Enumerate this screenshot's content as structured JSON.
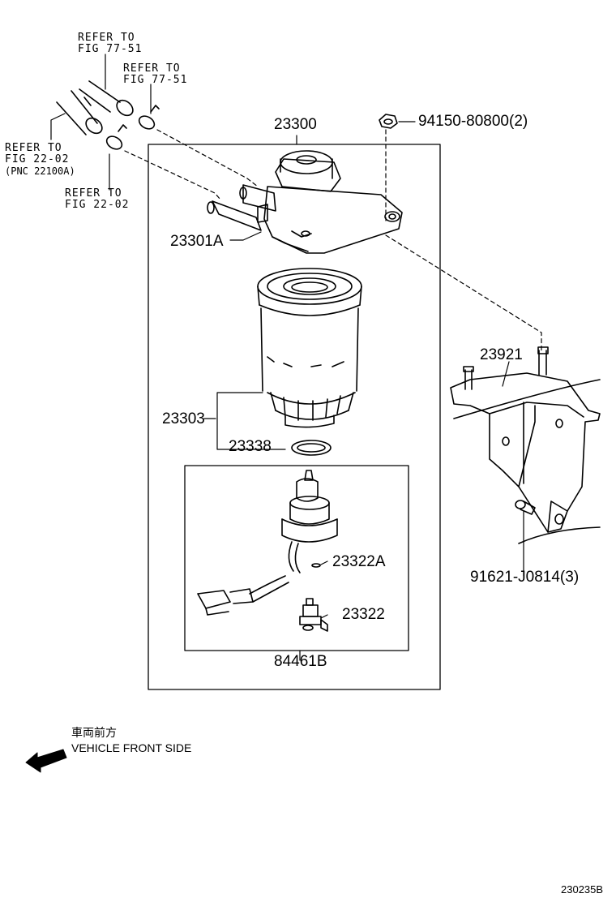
{
  "callouts": {
    "part_23300": "23300",
    "part_94150": "94150-80800(2)",
    "part_23301A": "23301A",
    "part_23303": "23303",
    "part_23338": "23338",
    "part_23322A": "23322A",
    "part_23322": "23322",
    "part_84461B": "84461B",
    "part_23921": "23921",
    "part_91621": "91621-J0814(3)"
  },
  "references": {
    "ref_77_51_a": [
      "REFER TO",
      "FIG 77-51"
    ],
    "ref_77_51_b": [
      "REFER TO",
      "FIG 77-51"
    ],
    "ref_22_02_a": [
      "REFER TO",
      "FIG 22-02",
      "(PNC 22100A)"
    ],
    "ref_22_02_b": [
      "REFER TO",
      "FIG 22-02"
    ]
  },
  "orientation": {
    "japanese": "車両前方",
    "english": "VEHICLE FRONT SIDE",
    "arrow_icon": "arrow-left-icon"
  },
  "figure_number": "230235B"
}
